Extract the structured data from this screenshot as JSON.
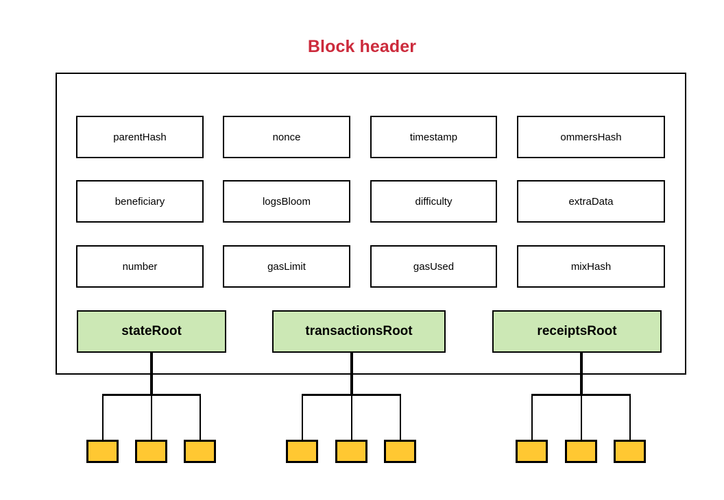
{
  "diagram": {
    "title": "Block header",
    "title_color": "#cc2b3c",
    "container_border_color": "#000000"
  },
  "colors": {
    "root_fill": "#cce8b5",
    "leaf_fill": "#ffc832",
    "line": "#000000",
    "field_fill": "#ffffff"
  },
  "fields": [
    {
      "label": "parentHash"
    },
    {
      "label": "nonce"
    },
    {
      "label": "timestamp"
    },
    {
      "label": "ommersHash"
    },
    {
      "label": "beneficiary"
    },
    {
      "label": "logsBloom"
    },
    {
      "label": "difficulty"
    },
    {
      "label": "extraData"
    },
    {
      "label": "number"
    },
    {
      "label": "gasLimit"
    },
    {
      "label": "gasUsed"
    },
    {
      "label": "mixHash"
    }
  ],
  "roots": [
    {
      "label": "stateRoot",
      "leaf_count": 3
    },
    {
      "label": "transactionsRoot",
      "leaf_count": 3
    },
    {
      "label": "receiptsRoot",
      "leaf_count": 3
    }
  ]
}
